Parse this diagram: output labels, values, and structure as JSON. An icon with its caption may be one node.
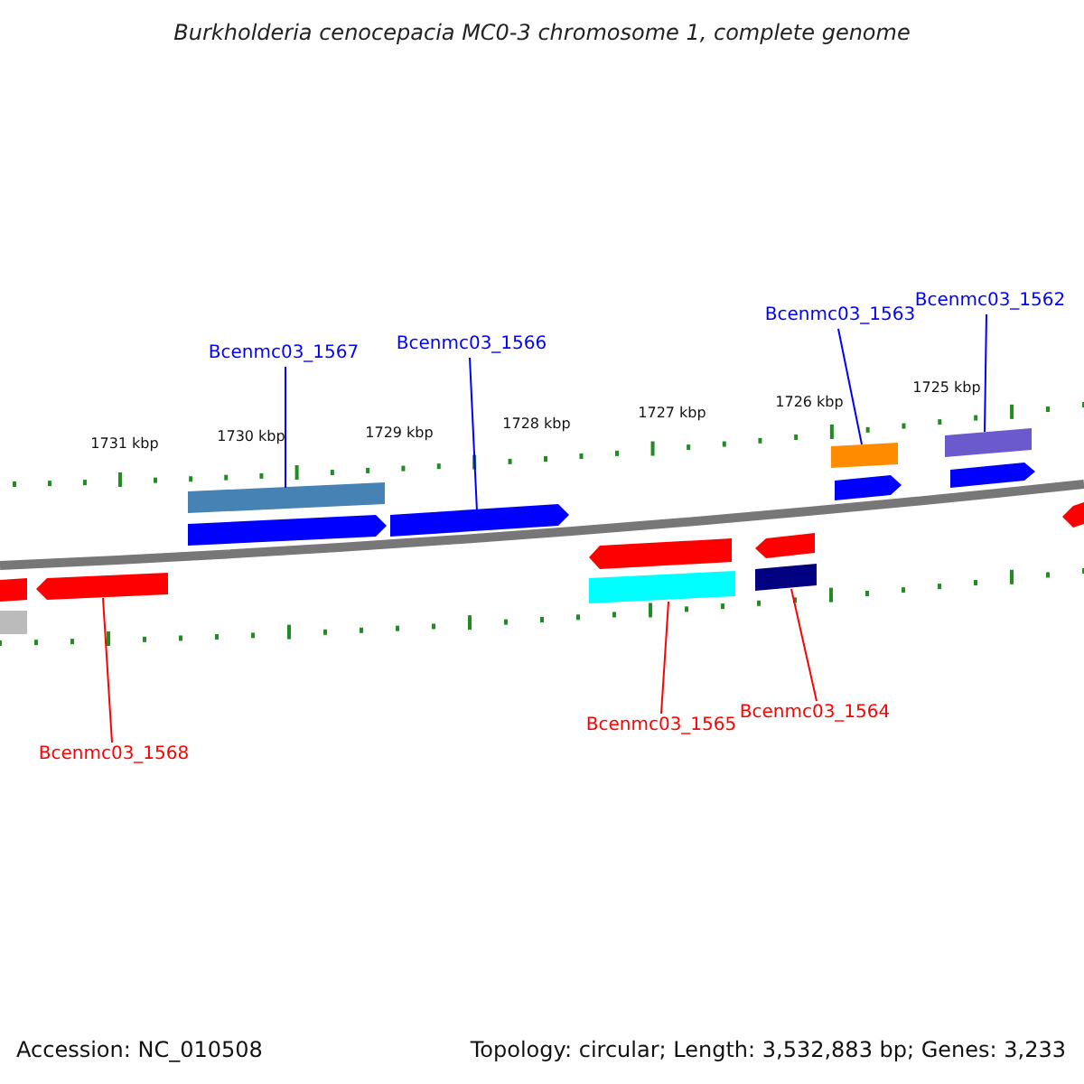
{
  "diagram": {
    "title": "Burkholderia cenocepacia MC0-3 chromosome 1, complete genome",
    "nodes": [
      {
        "text": [
          "Bcenmc03_1567"
        ]
      },
      {
        "text": [
          "Bcenmc03_1566"
        ]
      },
      {
        "text": [
          "Bcenmc03_1563"
        ]
      },
      {
        "text": [
          "Bcenmc03_1562"
        ]
      },
      {
        "text": [],
        "shape": "bar"
      },
      {
        "text": [],
        "shape": "arrow"
      },
      {
        "text": [],
        "shape": "bar"
      },
      {
        "text": [],
        "shape": "bar"
      },
      {
        "text": [],
        "shape": "arrow"
      },
      {
        "text": [],
        "shape": "bar"
      },
      {
        "text": [],
        "shape": "bar"
      },
      {
        "text": [
          "Bcenmc03_1568"
        ]
      },
      {
        "text": [
          "Bcenmc03_1565"
        ]
      },
      {
        "text": [
          "Bcenmc03_1564"
        ]
      },
      {
        "text": [],
        "shape": "arrow"
      },
      {
        "text": [],
        "shape": "arrow"
      },
      {
        "text": [],
        "shape": "arrow"
      },
      {
        "text": [],
        "shape": "arrow"
      },
      {
        "text": [],
        "shape": "arrow"
      },
      {
        "text": [],
        "shape": "arrow"
      },
      {
        "text": [],
        "shape": "bar"
      },
      {
        "text": [],
        "shape": "bar"
      }
    ],
    "edges": [
      {
        "from": 0,
        "to": 4,
        "arrow": "none"
      },
      {
        "from": 1,
        "to": 5,
        "arrow": "none"
      },
      {
        "from": 2,
        "to": 6,
        "arrow": "none"
      },
      {
        "from": 3,
        "to": 7,
        "arrow": "none"
      },
      {
        "from": 11,
        "to": 8,
        "arrow": "none",
        "color": "#ff0000"
      },
      {
        "from": 12,
        "to": 9,
        "arrow": "none",
        "color": "#ff0000"
      },
      {
        "from": 13,
        "to": 10,
        "arrow": "none",
        "color": "#ff0000"
      }
    ],
    "labels": [
      "1731 kbp",
      "1730 kbp",
      "1729 kbp",
      "1728 kbp",
      "1727 kbp",
      "1726 kbp",
      "1725 kbp",
      "Accession: NC_010508",
      "Topology: circular; Length: 3,532,883 bp; Genes: 3,233"
    ]
  }
}
